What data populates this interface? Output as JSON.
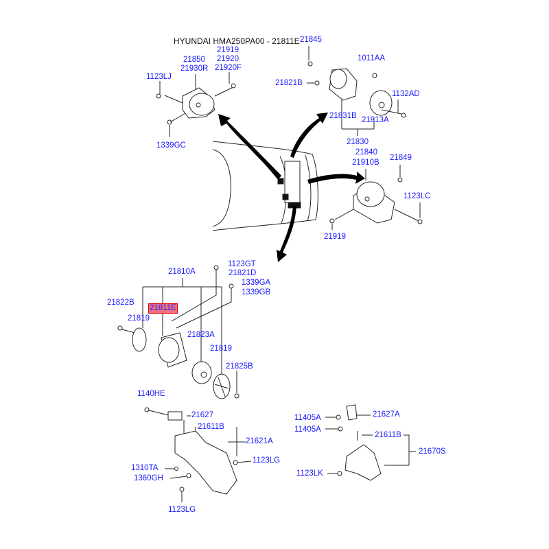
{
  "title": "HYUNDAI HMA250PA00 - 21811E",
  "highlight_color": "#f07080",
  "label_color": "#1a1aff",
  "labels": {
    "l21845": "21845",
    "l21919a": "21919",
    "l21920": "21920",
    "l21920F": "21920F",
    "l21850": "21850",
    "l21930R": "21930R",
    "l1011AA": "1011AA",
    "l1123LJ": "1123LJ",
    "l21821B": "21821B",
    "l1132AD": "1132AD",
    "l21831B": "21831B",
    "l21813A": "21813A",
    "l1339GC": "1339GC",
    "l21830": "21830",
    "l21840": "21840",
    "l21910B": "21910B",
    "l21849": "21849",
    "l1123LC": "1123LC",
    "l21919b": "21919",
    "l21810A": "21810A",
    "l1123GT": "1123GT",
    "l21821D": "21821D",
    "l1339GA": "1339GA",
    "l1339GB": "1339GB",
    "l21822B": "21822B",
    "l21811E": "21811E",
    "l21819a": "21819",
    "l21823A": "21823A",
    "l21819b": "21819",
    "l21825B": "21825B",
    "l1140HE": "1140HE",
    "l21627": "21627",
    "l21611Ba": "21611B",
    "l21621A": "21621A",
    "l1310TA": "1310TA",
    "l1123LGa": "1123LG",
    "l1360GH": "1360GH",
    "l1123LGb": "1123LG",
    "l11405Aa": "11405A",
    "l11405Ab": "11405A",
    "l21627A": "21627A",
    "l21611Bb": "21611B",
    "l21670S": "21670S",
    "l1123LK": "1123LK"
  }
}
